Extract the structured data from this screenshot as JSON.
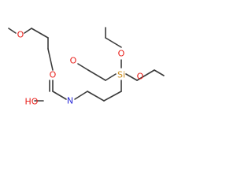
{
  "molecule": {
    "atoms": {
      "methoxy_o": {
        "label": "O",
        "color": "#e8201b"
      },
      "ester_o": {
        "label": "O",
        "color": "#e8201b"
      },
      "hydroxy": {
        "label": "HO",
        "color": "#e8201b"
      },
      "nitrogen": {
        "label": "N",
        "color": "#2a2ad8"
      },
      "silicon": {
        "label": "Si",
        "color": "#c98a1a"
      },
      "si_o_top": {
        "label": "O",
        "color": "#e8201b"
      },
      "si_o_left": {
        "label": "O",
        "color": "#e8201b"
      },
      "si_o_right": {
        "label": "O",
        "color": "#e8201b"
      }
    },
    "bond_color": "#3a3a3a"
  }
}
